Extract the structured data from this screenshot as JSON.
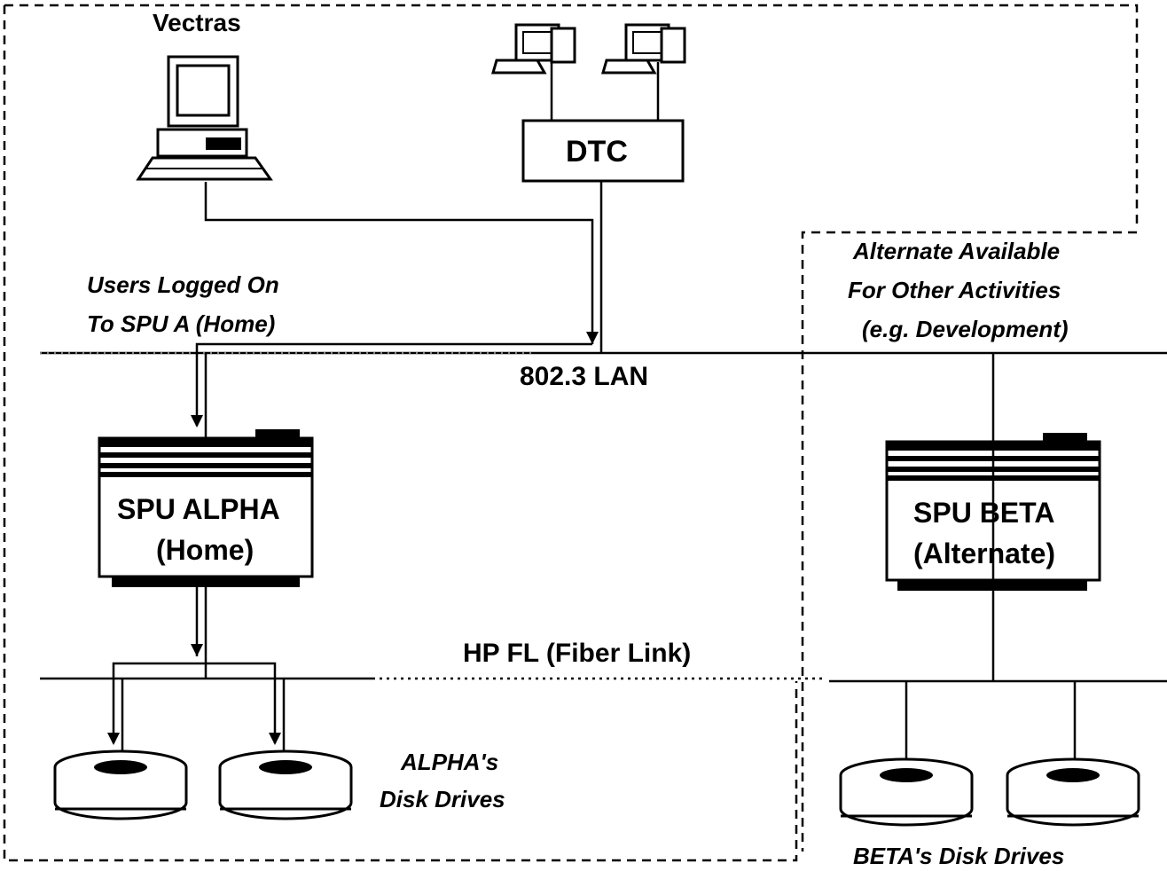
{
  "labels": {
    "vectras": "Vectras",
    "dtc": "DTC",
    "users_line1": "Users Logged On",
    "users_line2": "To SPU A (Home)",
    "lan": "802.3 LAN",
    "alternate_line1": "Alternate Available",
    "alternate_line2": "For Other Activities",
    "alternate_line3": "(e.g. Development)",
    "spu_alpha_line1": "SPU ALPHA",
    "spu_alpha_line2": "(Home)",
    "spu_beta_line1": "SPU BETA",
    "spu_beta_line2": "(Alternate)",
    "fiber": "HP FL (Fiber Link)",
    "alpha_disks_line1": "ALPHA's",
    "alpha_disks_line2": "Disk Drives",
    "beta_disks": "BETA's Disk Drives"
  },
  "colors": {
    "ink": "#000000",
    "paper": "#ffffff"
  },
  "icons": [
    "vectra-pc-icon",
    "terminal-icon",
    "spu-cabinet-icon",
    "disk-drive-icon"
  ]
}
